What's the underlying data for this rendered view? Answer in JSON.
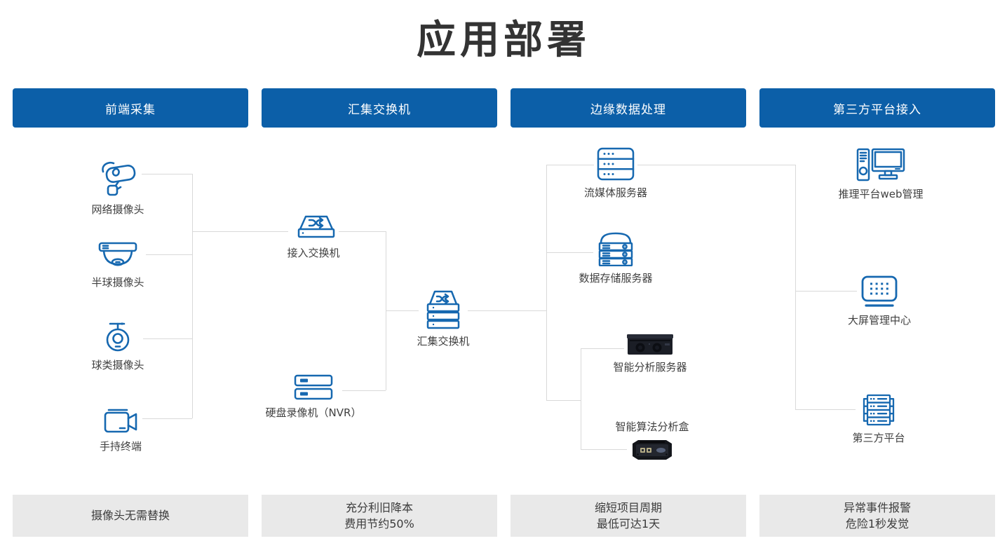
{
  "title": "应用部署",
  "headers": [
    {
      "label": "前端采集"
    },
    {
      "label": "汇集交换机"
    },
    {
      "label": "边缘数据处理"
    },
    {
      "label": "第三方平台接入"
    }
  ],
  "nodes": {
    "network_camera": {
      "label": "网络摄像头",
      "icon": "bullet-camera-icon"
    },
    "dome_camera": {
      "label": "半球摄像头",
      "icon": "dome-camera-icon"
    },
    "ball_camera": {
      "label": "球类摄像头",
      "icon": "ball-camera-icon"
    },
    "handheld_terminal": {
      "label": "手持终端",
      "icon": "handheld-camera-icon"
    },
    "access_switch": {
      "label": "接入交换机",
      "icon": "switch-icon"
    },
    "nvr": {
      "label": "硬盘录像机（NVR）",
      "icon": "nvr-icon"
    },
    "aggregation_switch": {
      "label": "汇集交换机",
      "icon": "stacked-switch-icon"
    },
    "media_server": {
      "label": "流媒体服务器",
      "icon": "server-icon"
    },
    "storage_server": {
      "label": "数据存储服务器",
      "icon": "storage-server-icon"
    },
    "analysis_server": {
      "label": "智能分析服务器",
      "icon": "rack-server-photo"
    },
    "analysis_box": {
      "label": "智能算法分析盒",
      "icon": "edge-box-photo"
    },
    "web_management": {
      "label": "推理平台web管理",
      "icon": "workstation-icon"
    },
    "screen_center": {
      "label": "大屏管理中心",
      "icon": "led-screen-icon"
    },
    "third_party": {
      "label": "第三方平台",
      "icon": "platform-rack-icon"
    }
  },
  "footers": [
    {
      "lines": [
        "摄像头无需替换"
      ]
    },
    {
      "lines": [
        "充分利旧降本",
        "费用节约50%"
      ]
    },
    {
      "lines": [
        "缩短项目周期",
        "最低可达1天"
      ]
    },
    {
      "lines": [
        "异常事件报警",
        "危险1秒发觉"
      ]
    }
  ],
  "colors": {
    "header_blue": "#0c5fa8",
    "icon_blue": "#1668b0",
    "connector_gray": "#d9d9d9",
    "footer_bg": "#e9e9e9",
    "title_color": "#333333",
    "label_color": "#404040"
  }
}
